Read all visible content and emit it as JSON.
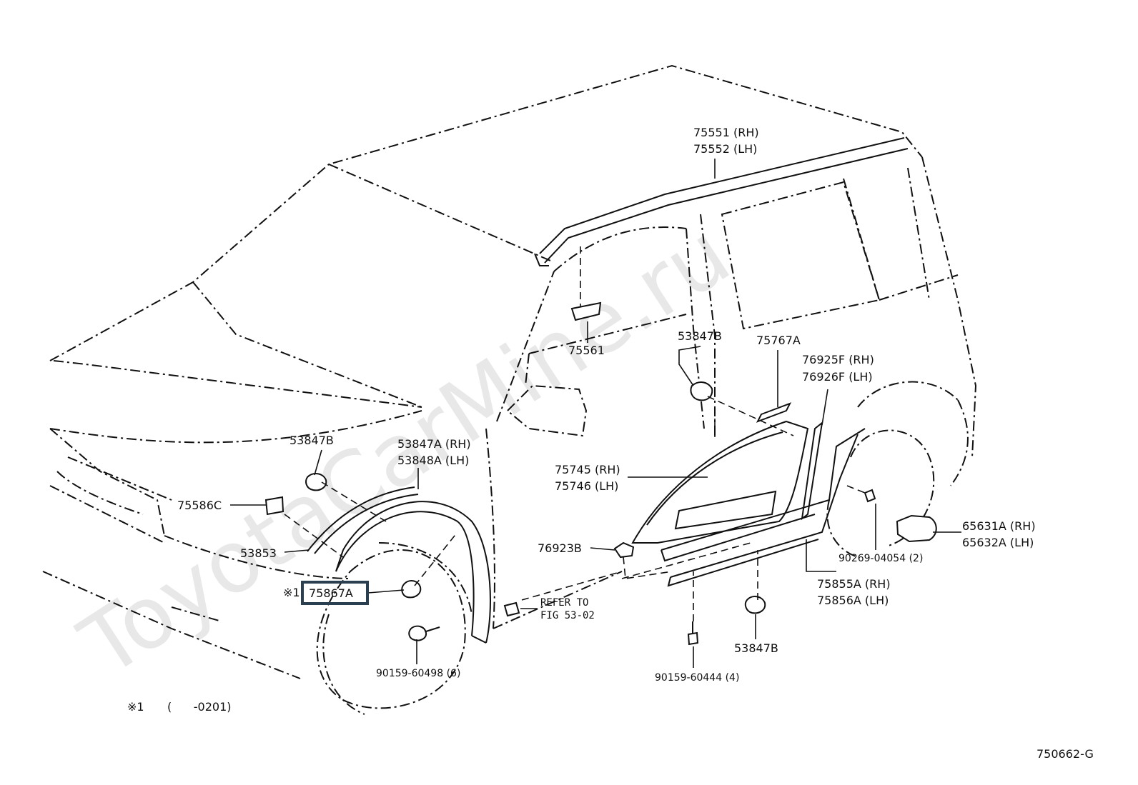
{
  "watermark": "ToyotaCarMine.ru",
  "figure_code": "750662-G",
  "footnote": {
    "mark": "※1",
    "range": "(      -0201)"
  },
  "parts": {
    "p75551": "75551 (RH)",
    "p75552": "75552 (LH)",
    "p75561": "75561",
    "p53847b_top": "53847B",
    "p75767a": "75767A",
    "p76925f": "76925F (RH)",
    "p76926f": "76926F (LH)",
    "p53847b_left": "53847B",
    "p53847a": "53847A (RH)",
    "p53848a": "53848A (LH)",
    "p75586c": "75586C",
    "p53853": "53853",
    "p75745": "75745 (RH)",
    "p75746": "75746 (LH)",
    "p76923b": "76923B",
    "p65631a": "65631A (RH)",
    "p65632a": "65632A (LH)",
    "p90269": "90269-04054 (2)",
    "p75855a": "75855A (RH)",
    "p75856a": "75856A (LH)",
    "p75867a_mark": "※1",
    "p75867a": "75867A",
    "refer1": "REFER TO",
    "refer2": "FIG 53-02",
    "p53847b_bottom": "53847B",
    "p90159_60498": "90159-60498 (6)",
    "p90159_60444": "90159-60444 (4)"
  },
  "highlight_color": "#2a3f4f"
}
